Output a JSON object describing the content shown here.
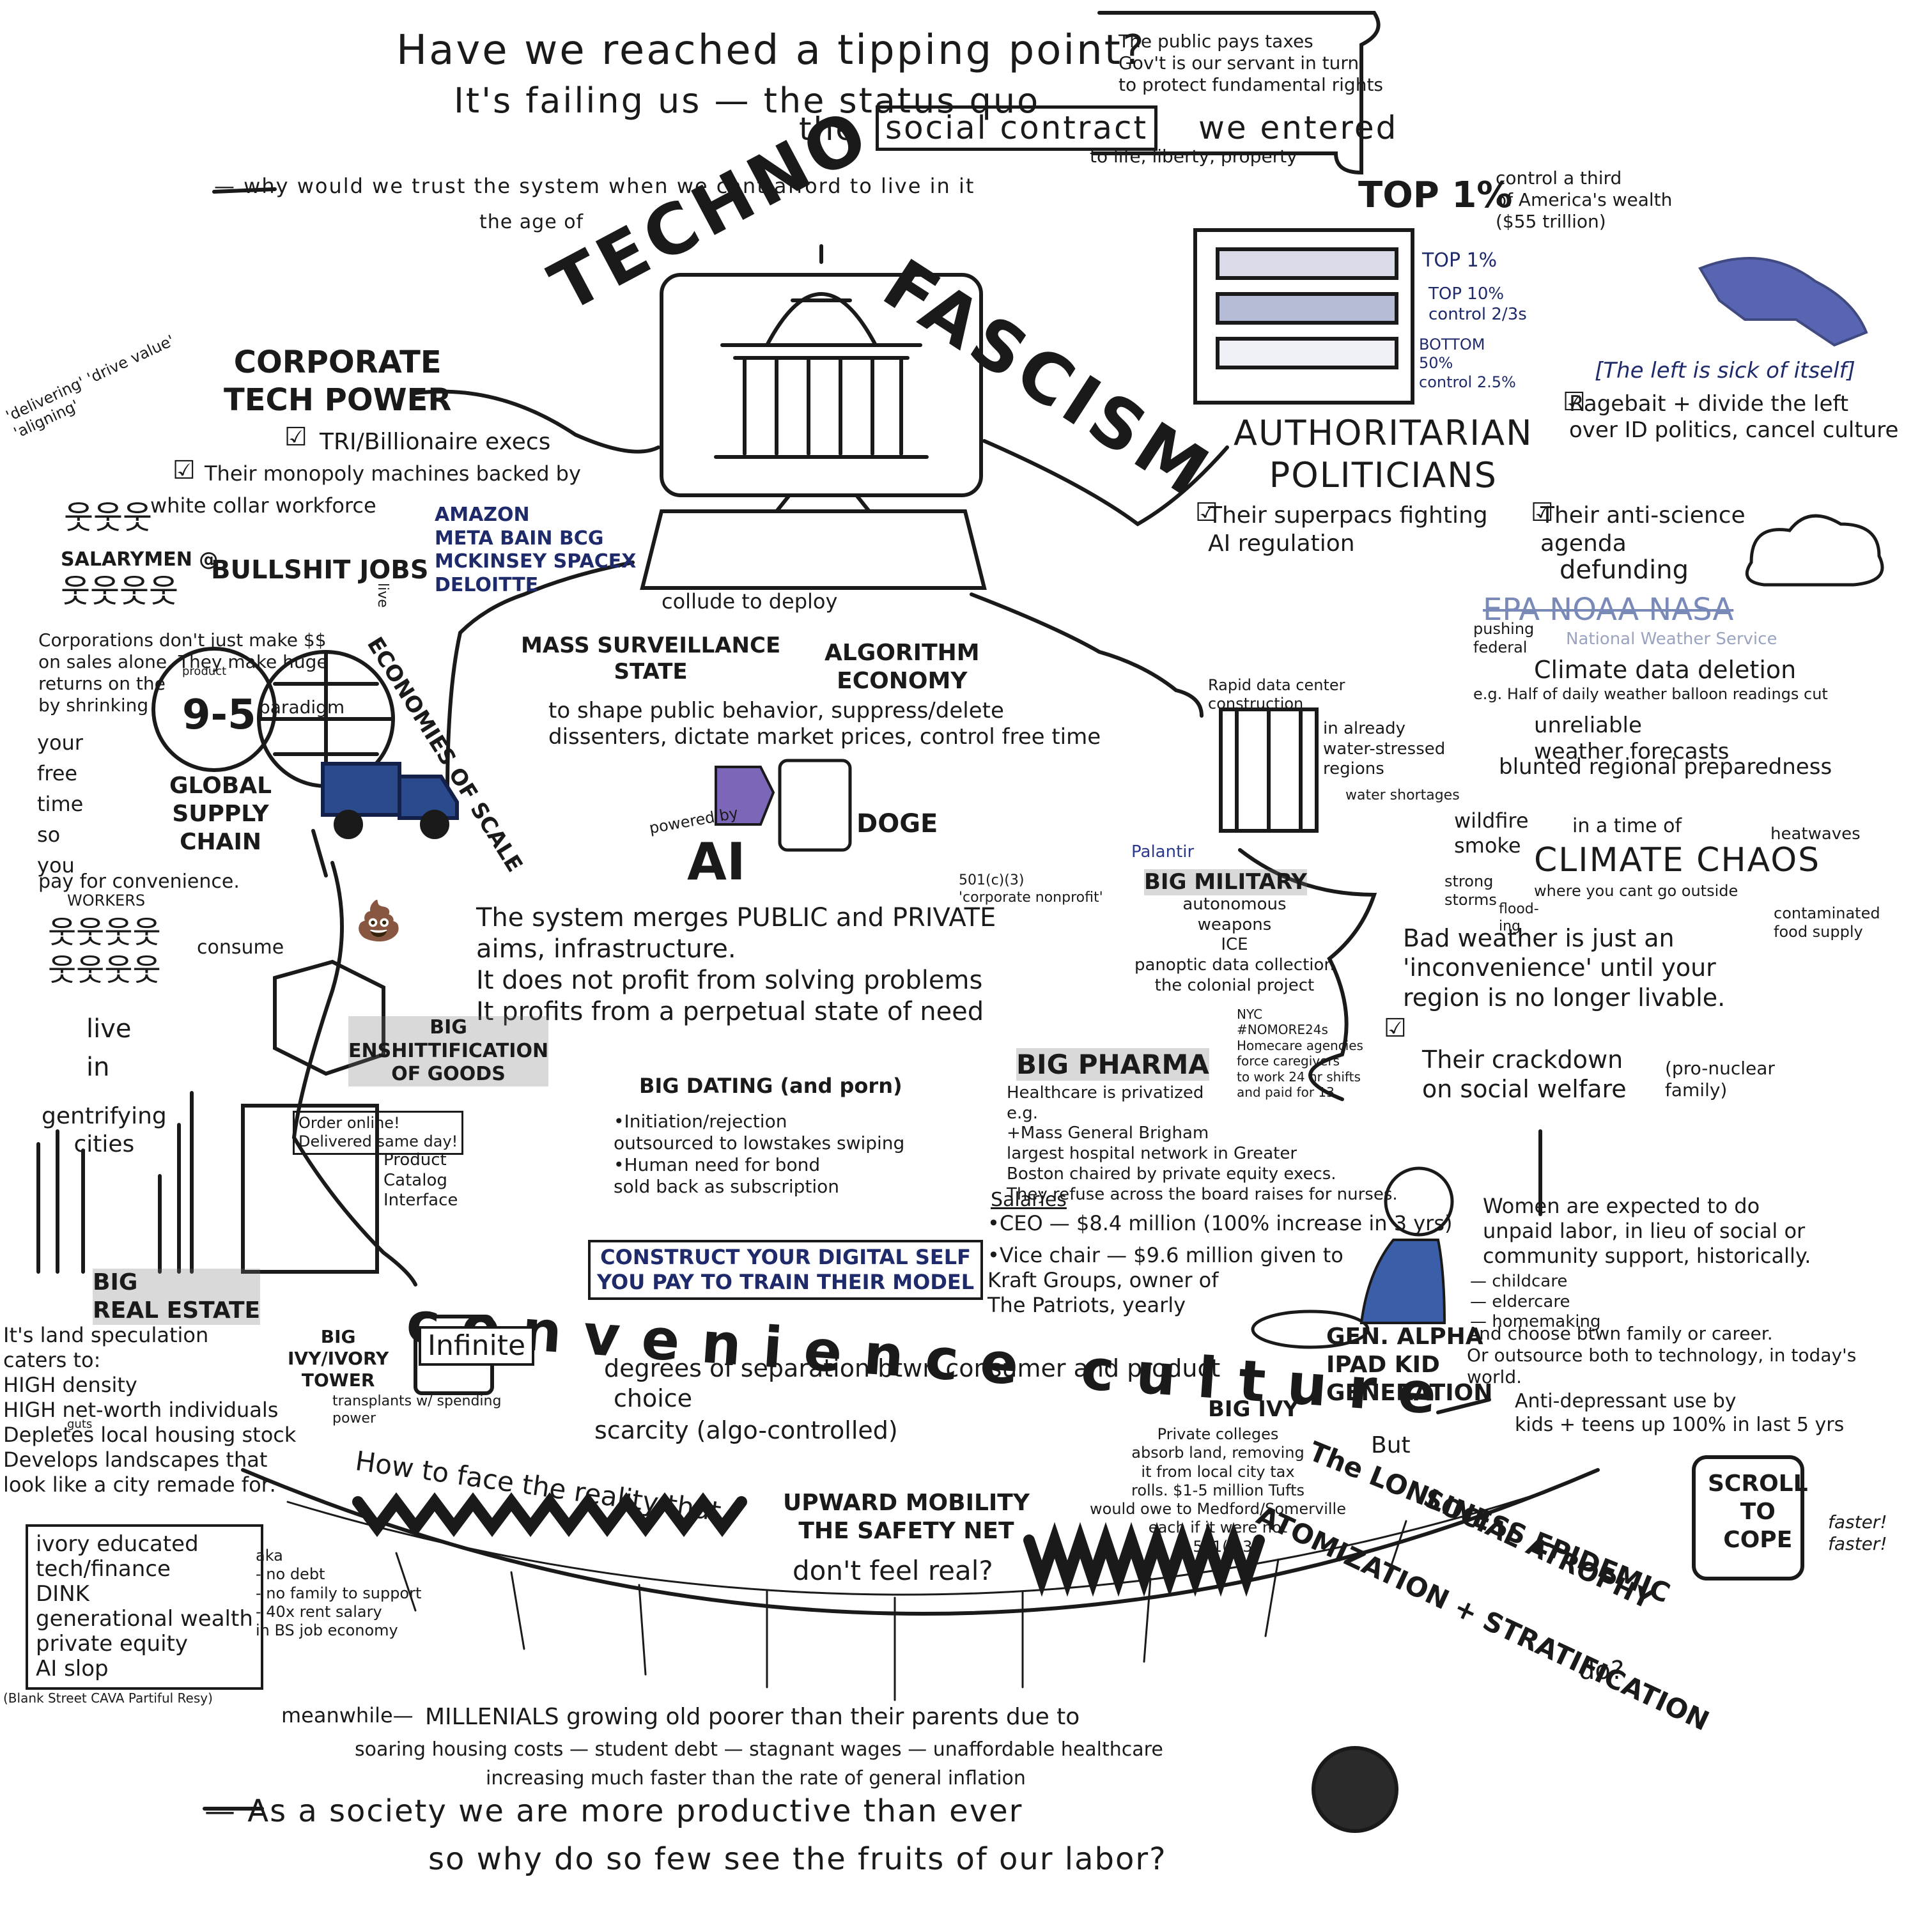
{
  "header": {
    "title": "Have we reached a tipping point?",
    "line2": "It's failing us — the status quo",
    "line3_a": "the",
    "line3_b": "social contract",
    "line3_c": "we entered",
    "subtitle": "— why would we trust the system when we cant afford to live in it",
    "age_of": "the age of",
    "techno": "TECHNO",
    "fascism": "FASCISM"
  },
  "contract_scroll": {
    "text": "The public pays taxes\nGov't is our servant in turn\nto protect fundamental rights",
    "text2": "to life, liberty, property"
  },
  "top1": {
    "title": "TOP 1%",
    "text": "control a third\nof America's wealth\n($55 trillion)",
    "bars": [
      {
        "label": "TOP 1%",
        "fill": 0.33
      },
      {
        "label": "TOP 10%\ncontrol 2/3s",
        "fill": 0.67
      },
      {
        "label": "BOTTOM\n50%\ncontrol 2.5%",
        "fill": 0.025
      }
    ]
  },
  "left_party": {
    "caption": "[The left is sick of itself]",
    "item": "Ragebait + divide the left\nover ID politics, cancel culture"
  },
  "authoritarian": {
    "title": "AUTHORITARIAN\nPOLITICIANS",
    "item1": "Their superpacs fighting\nAI regulation",
    "item2": "Their anti-science\nagenda",
    "defunding": "defunding",
    "agencies": "EPA  NOAA  NASA",
    "agencies_sub": "National Weather Service",
    "pushing": "pushing\nfederal",
    "climate_deletion": "Climate data deletion",
    "balloon": "e.g. Half of daily weather balloon readings cut",
    "unreliable": "unreliable\nweather forecasts",
    "blunted": "blunted regional preparedness"
  },
  "climate": {
    "intro": "in a time of",
    "title": "CLIMATE CHAOS",
    "sub": "where you cant go outside",
    "heatwaves": "heatwaves",
    "food": "contaminated\nfood supply",
    "water": "water shortages",
    "wildfire": "wildfire\nsmoke",
    "storms": "strong\nstorms",
    "flood": "flood-\ning",
    "bad_weather": "Bad weather is just an\n'inconvenience' until your\nregion is no longer livable."
  },
  "corporate": {
    "title": "CORPORATE\nTECH POWER",
    "item1": "TRI/Billionaire execs",
    "item2": "Their monopoly machines backed by",
    "workforce": "white collar workforce",
    "salarymen": "SALARYMEN @",
    "bullshit": "BULLSHIT JOBS",
    "delivering": "'delivering' 'drive value'\n'aligning'",
    "firms": "AMAZON\nMETA  BAIN  BCG\nMCKINSEY  SPACEX\nDELOITTE",
    "collude": "collude to deploy"
  },
  "economies": {
    "corporations": "Corporations don't just make $$\non sales alone. They make huge\nreturns on the\nby shrinking",
    "product": "product",
    "nine_five": "9-5",
    "paradigm": "paradigm",
    "free_time": "your\nfree\ntime\nso\nyou",
    "pay": "pay for convenience.",
    "scale": "ECONOMIES OF SCALE",
    "live": "live",
    "supply": "GLOBAL\nSUPPLY\nCHAIN"
  },
  "workers": {
    "label": "WORKERS",
    "live_in": "live\nin",
    "gentrifying": "gentrifying\ncities",
    "consume": "consume"
  },
  "surveillance": {
    "title": "MASS SURVEILLANCE\nSTATE",
    "algo": "ALGORITHM\nECONOMY",
    "text": "to shape public behavior, suppress/delete\ndissenters, dictate market prices, control free time",
    "powered": "powered by",
    "ai": "AI",
    "doge": "DOGE",
    "nonprofit": "501(c)(3)\n'corporate nonprofit'"
  },
  "system": {
    "text1": "The system merges PUBLIC and PRIVATE\naims, infrastructure.",
    "text2": "It does not profit from solving problems\nIt profits from a perpetual state of need"
  },
  "datacenter": {
    "text": "Rapid data center\nconstruction",
    "text2": "in already\nwater-stressed\nregions"
  },
  "military": {
    "palantir": "Palantir",
    "title": "BIG MILITARY",
    "items": "autonomous\nweapons\nICE\npanoptic data collection\nthe colonial project"
  },
  "enshittification": {
    "title": "BIG\nENSHITTIFICATION\nOF GOODS",
    "order": "Order online!\nDelivered same day!",
    "catalog": "Product\nCatalog\nInterface"
  },
  "dating": {
    "title": "BIG DATING (and porn)",
    "items": "•Initiation/rejection\noutsourced to lowstakes swiping\n•Human need for bond\nsold back as subscription"
  },
  "pharma": {
    "nyc": "NYC\n#NOMORE24s\nHomecare agencies\nforce caregivers\nto work 24 hr shifts\nand paid for 13.",
    "title": "BIG PHARMA",
    "text": "Healthcare is privatized\ne.g.\n+Mass General Brigham\nlargest hospital network in Greater\nBoston chaired by private equity execs.\nThey refuse across the board raises for nurses.",
    "salaries": "Salaries",
    "ceo": "•CEO — $8.4 million (100% increase in 3 yrs)",
    "vice": "•Vice chair — $9.6 million given to\nKraft Groups, owner of\nThe Patriots, yearly"
  },
  "welfare": {
    "crackdown": "Their crackdown\non social welfare",
    "pronuclear": "(pro-nuclear\nfamily)"
  },
  "women": {
    "text": "Women are expected to do\nunpaid labor, in lieu of social or\ncommunity support, historically.",
    "list": "— childcare\n— eldercare\n— homemaking",
    "choose": "And choose btwn family or career.\nOr outsource both to technology, in today's\nworld."
  },
  "convenience": {
    "construct": "CONSTRUCT YOUR DIGITAL SELF\nYOU PAY TO TRAIN THEIR MODEL",
    "title": "convenience culture",
    "infinite": "Infinite",
    "degrees": "degrees of separation btwn consumer and product",
    "choice": "choice",
    "scarcity": "scarcity (algo-controlled)"
  },
  "real_estate": {
    "title": "BIG\nREAL ESTATE",
    "text": "It's land speculation\ncaters to:\nHIGH density\nHIGH net-worth individuals\nDepletes local housing stock\nDevelops landscapes that\nlook like a city remade for:",
    "guts": "guts",
    "list": "ivory educated\ntech/finance\nDINK\ngenerational wealth\nprivate equity\nAI slop",
    "aka": "aka\n- no debt\n- no family to support\n- 40x rent salary\nin BS job economy",
    "brands": "(Blank Street  CAVA  Partiful  Resy)",
    "ivy_tower": "BIG\nIVY/IVORY\nTOWER",
    "transplants": "transplants w/ spending\npower"
  },
  "genalpha": {
    "title": "GEN. ALPHA\nIPAD KID\nGENERATION",
    "antidep": "Anti-depressant use by\nkids + teens up 100% in last 5 yrs"
  },
  "bigivy": {
    "title": "BIG IVY",
    "text": "Private colleges\nabsorb land, removing\nit from local city tax\nrolls. $1-5 million Tufts\nwould owe to Medford/Somerville\neach if it were not\na 501(c)3."
  },
  "bottom": {
    "face": "How to face the reality that",
    "mobility": "UPWARD MOBILITY\nTHE SAFETY NET",
    "dont": "don't feel real?",
    "but": "But",
    "loneliness": "The LONLINESS EPIDEMIC",
    "atrophy": "SOCIAL ATROPHY",
    "atomization": "ATOMIZATION + STRATIFICATION",
    "do": "do?",
    "scroll": "SCROLL\nTO\nCOPE",
    "faster": "faster!\nfaster!",
    "meanwhile": "meanwhile—",
    "millenials": "MILLENIALS growing old poorer than their parents due to",
    "causes": "soaring housing costs — student debt — stagnant wages — unaffordable healthcare",
    "causes2": "increasing much faster than the rate of general inflation",
    "conclusion1": "— As a society we are more productive than ever",
    "conclusion2": "so why do so few see the fruits of our labor?"
  }
}
